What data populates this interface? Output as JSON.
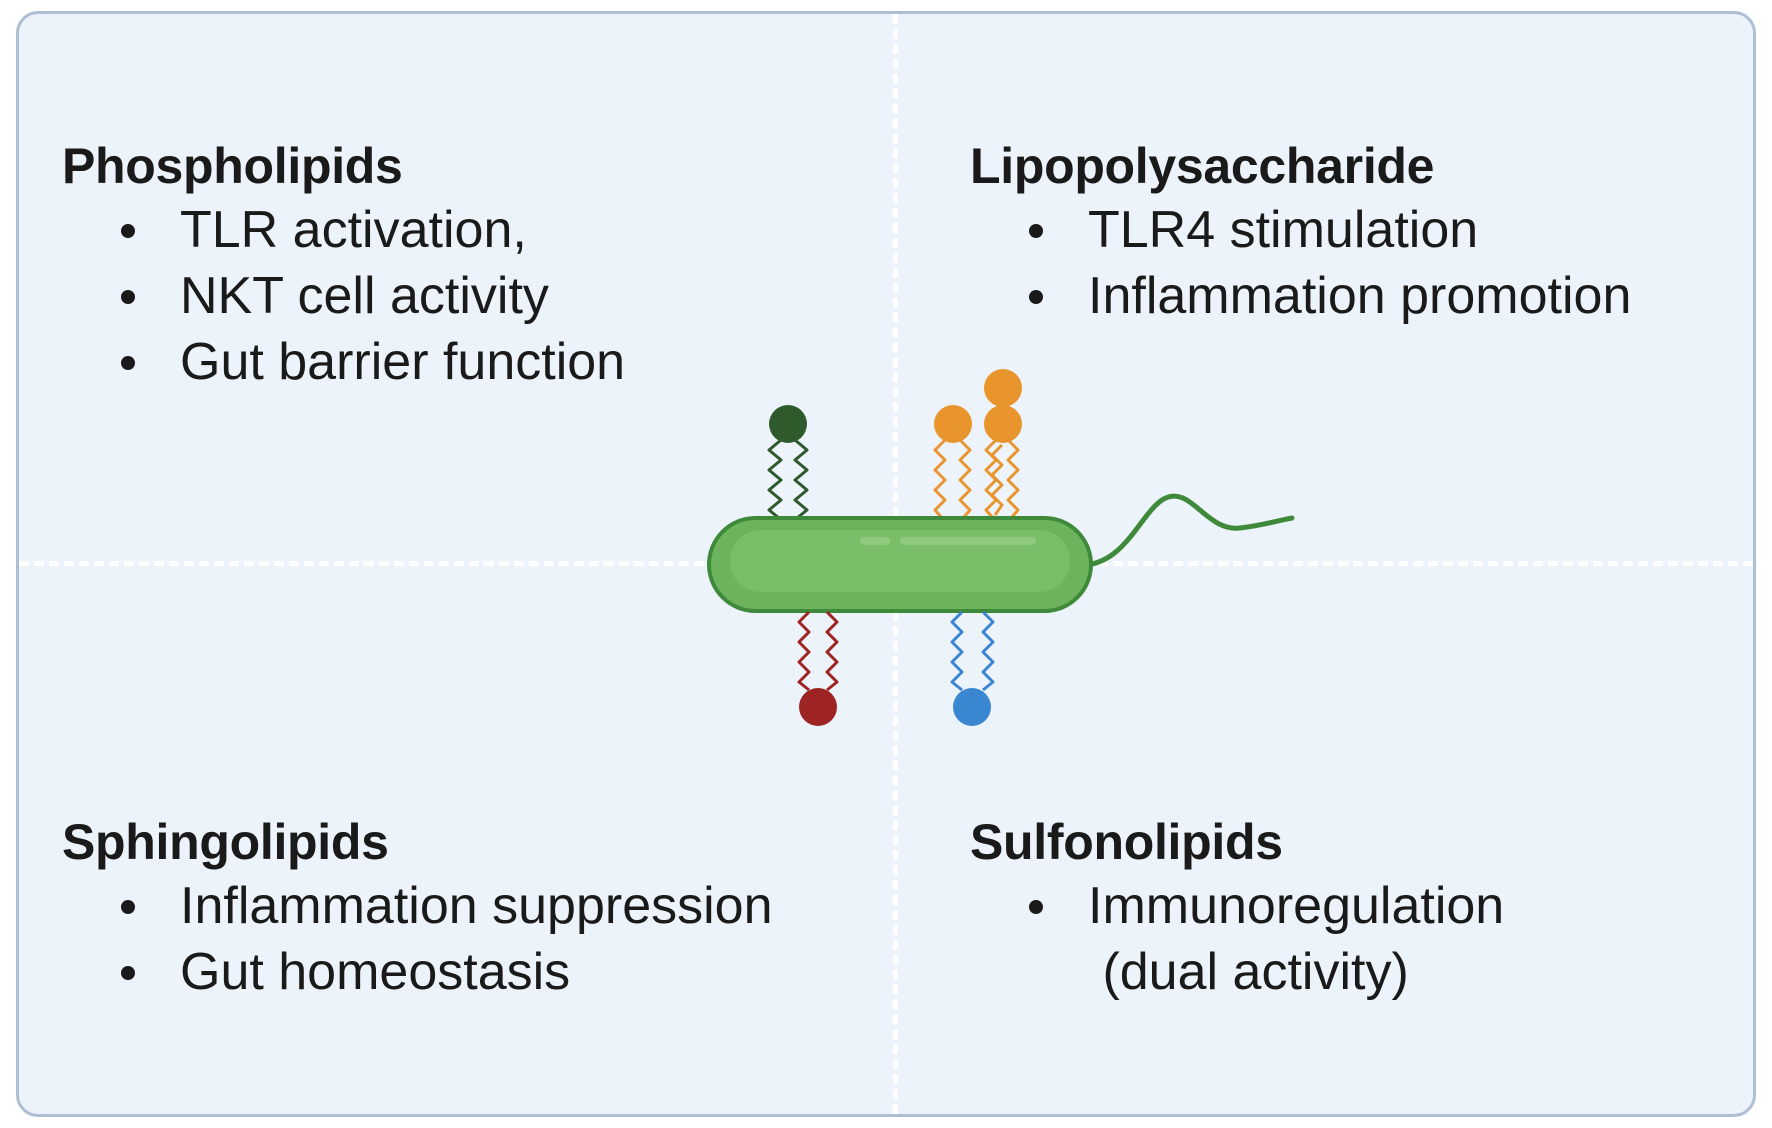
{
  "quadrants": {
    "top_left": {
      "title": "Phospholipids",
      "items": [
        "TLR activation,",
        "NKT cell activity",
        "Gut barrier function"
      ]
    },
    "top_right": {
      "title": "Lipopolysaccharide",
      "items": [
        "TLR4 stimulation",
        "Inflammation promotion"
      ]
    },
    "bottom_left": {
      "title": "Sphingolipids",
      "items": [
        "Inflammation suppression",
        "Gut homeostasis"
      ]
    },
    "bottom_right": {
      "title": "Sulfonolipids",
      "items": [
        "Immunoregulation"
      ],
      "continuation": " (dual activity)"
    }
  },
  "colors": {
    "panel_background": "#edf3fb",
    "panel_border": "#aebfd4",
    "bacterium_body": "#6db35e",
    "bacterium_outline": "#3f8a3a",
    "phospholipid": "#2f5a2c",
    "lipopolysaccharide": "#e8952e",
    "sphingolipid": "#9e2323",
    "sulfonolipid": "#3a86d0"
  },
  "icons": {
    "center": "rod-bacterium-with-flagellum-icon",
    "lipids": "lipid-head-and-tail-icon"
  }
}
